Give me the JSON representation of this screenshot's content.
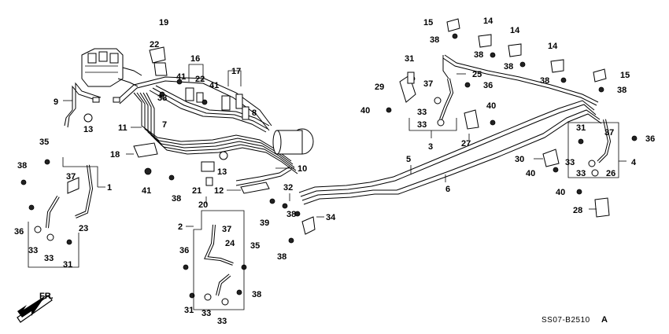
{
  "diagram": {
    "code_label": "SS07-B2510",
    "code_suffix": "A",
    "direction_label": "FR.",
    "callouts": [
      "1",
      "2",
      "3",
      "4",
      "5",
      "6",
      "7",
      "8",
      "9",
      "10",
      "11",
      "12",
      "13",
      "14",
      "15",
      "16",
      "17",
      "18",
      "19",
      "20",
      "21",
      "22",
      "23",
      "24",
      "25",
      "26",
      "27",
      "28",
      "29",
      "30",
      "31",
      "32",
      "33",
      "34",
      "35",
      "36",
      "37",
      "38",
      "39",
      "40",
      "41"
    ]
  },
  "labels": [
    {
      "id": "c19",
      "text": "19"
    },
    {
      "id": "c22a",
      "text": "22"
    },
    {
      "id": "c41a",
      "text": "41"
    },
    {
      "id": "c38a",
      "text": "38"
    },
    {
      "id": "c16",
      "text": "16"
    },
    {
      "id": "c22b",
      "text": "22"
    },
    {
      "id": "c41b",
      "text": "41"
    },
    {
      "id": "c17",
      "text": "17"
    },
    {
      "id": "c9",
      "text": "9"
    },
    {
      "id": "c13a",
      "text": "13"
    },
    {
      "id": "c7",
      "text": "7"
    },
    {
      "id": "c8",
      "text": "8"
    },
    {
      "id": "c11",
      "text": "11"
    },
    {
      "id": "c18",
      "text": "18"
    },
    {
      "id": "c41c",
      "text": "41"
    },
    {
      "id": "c13b",
      "text": "13"
    },
    {
      "id": "c10",
      "text": "10"
    },
    {
      "id": "c21",
      "text": "21"
    },
    {
      "id": "c12",
      "text": "12"
    },
    {
      "id": "c20",
      "text": "20"
    },
    {
      "id": "c38b",
      "text": "38"
    },
    {
      "id": "c35a",
      "text": "35"
    },
    {
      "id": "c38c",
      "text": "38"
    },
    {
      "id": "c37a",
      "text": "37"
    },
    {
      "id": "c1",
      "text": "1"
    },
    {
      "id": "c36a",
      "text": "36"
    },
    {
      "id": "c23",
      "text": "23"
    },
    {
      "id": "c33a",
      "text": "33"
    },
    {
      "id": "c33b",
      "text": "33"
    },
    {
      "id": "c31a",
      "text": "31"
    },
    {
      "id": "c2",
      "text": "2"
    },
    {
      "id": "c37b",
      "text": "37"
    },
    {
      "id": "c24",
      "text": "24"
    },
    {
      "id": "c36b",
      "text": "36"
    },
    {
      "id": "c35b",
      "text": "35"
    },
    {
      "id": "c38d",
      "text": "38"
    },
    {
      "id": "c31b",
      "text": "31"
    },
    {
      "id": "c33c",
      "text": "33"
    },
    {
      "id": "c33d",
      "text": "33"
    },
    {
      "id": "c32",
      "text": "32"
    },
    {
      "id": "c39",
      "text": "39"
    },
    {
      "id": "c38e",
      "text": "38"
    },
    {
      "id": "c34",
      "text": "34"
    },
    {
      "id": "c38f",
      "text": "38"
    },
    {
      "id": "c15a",
      "text": "15"
    },
    {
      "id": "c38g",
      "text": "38"
    },
    {
      "id": "c14a",
      "text": "14"
    },
    {
      "id": "c38h",
      "text": "38"
    },
    {
      "id": "c14b",
      "text": "14"
    },
    {
      "id": "c38i",
      "text": "38"
    },
    {
      "id": "c14c",
      "text": "14"
    },
    {
      "id": "c38j",
      "text": "38"
    },
    {
      "id": "c15b",
      "text": "15"
    },
    {
      "id": "c38k",
      "text": "38"
    },
    {
      "id": "c31c",
      "text": "31"
    },
    {
      "id": "c29",
      "text": "29"
    },
    {
      "id": "c37c",
      "text": "37"
    },
    {
      "id": "c25",
      "text": "25"
    },
    {
      "id": "c36c",
      "text": "36"
    },
    {
      "id": "c40a",
      "text": "40"
    },
    {
      "id": "c33e",
      "text": "33"
    },
    {
      "id": "c40b",
      "text": "40"
    },
    {
      "id": "c33f",
      "text": "33"
    },
    {
      "id": "c3",
      "text": "3"
    },
    {
      "id": "c27",
      "text": "27"
    },
    {
      "id": "c31d",
      "text": "31"
    },
    {
      "id": "c37d",
      "text": "37"
    },
    {
      "id": "c36d",
      "text": "36"
    },
    {
      "id": "c30",
      "text": "30"
    },
    {
      "id": "c33g",
      "text": "33"
    },
    {
      "id": "c4",
      "text": "4"
    },
    {
      "id": "c40c",
      "text": "40"
    },
    {
      "id": "c33h",
      "text": "33"
    },
    {
      "id": "c26",
      "text": "26"
    },
    {
      "id": "c5",
      "text": "5"
    },
    {
      "id": "c6",
      "text": "6"
    },
    {
      "id": "c40d",
      "text": "40"
    },
    {
      "id": "c28",
      "text": "28"
    }
  ]
}
